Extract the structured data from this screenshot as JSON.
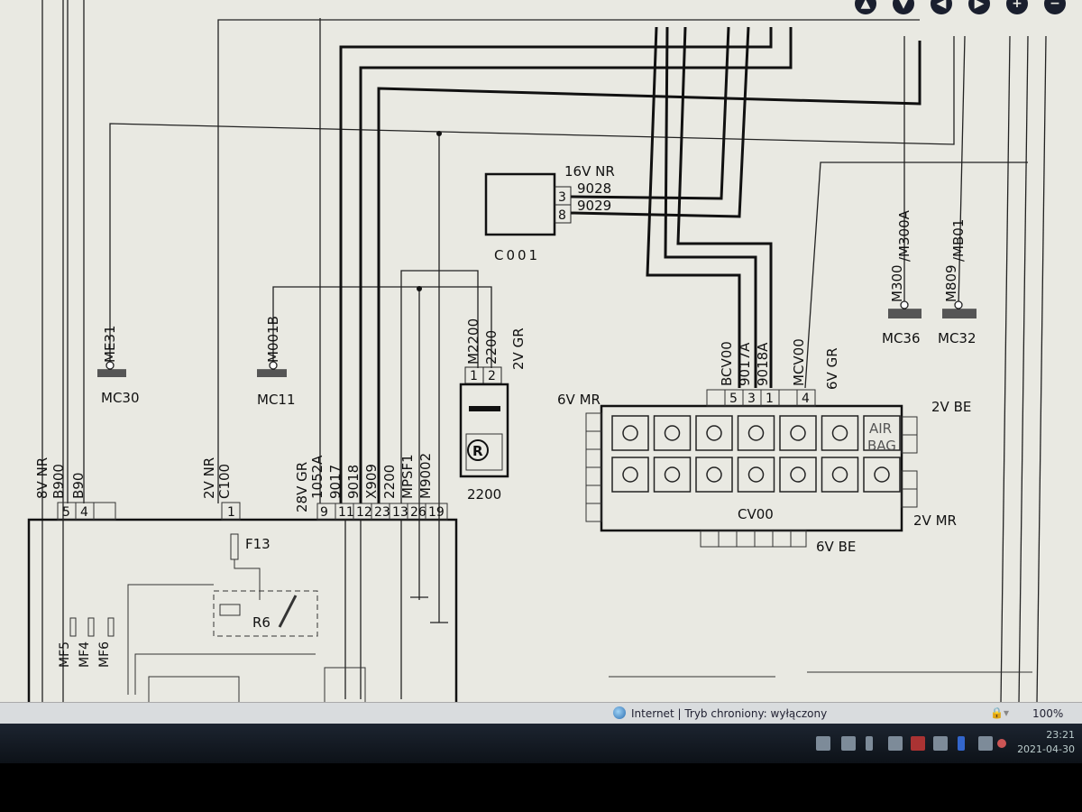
{
  "toolbar": {
    "buttons": [
      {
        "icon": "arrow-up-icon"
      },
      {
        "icon": "arrow-down-icon"
      },
      {
        "icon": "arrow-left-icon"
      },
      {
        "icon": "arrow-right-icon"
      },
      {
        "icon": "zoom-in-icon",
        "glyph": "+"
      },
      {
        "icon": "zoom-out-icon",
        "glyph": "−"
      }
    ]
  },
  "grounds": {
    "me31": "ME31",
    "mc30": "MC30",
    "m001b": "M001B",
    "mc11": "MC11",
    "m300": "M300",
    "m300a": "/M300A",
    "mc36": "MC36",
    "m809": "M809",
    "mb01": "/MB01",
    "mc32": "MC32"
  },
  "c001": {
    "name": "C001",
    "connector": "16V NR",
    "pins": [
      "3",
      "8"
    ],
    "wires": [
      "9028",
      "9029"
    ]
  },
  "relay2200": {
    "name": "2200",
    "connector": "2V GR",
    "pins": [
      "1",
      "2"
    ],
    "wires": [
      "M2200",
      "2200"
    ],
    "symbol": "R"
  },
  "cv00": {
    "name": "CV00",
    "left": "6V MR",
    "right_top": "2V BE",
    "right_bottom": "2V MR",
    "bottom": "6V BE",
    "top_right": "6V GR",
    "pins": [
      "5",
      "3",
      "1",
      "4"
    ],
    "wires": [
      "BCV00",
      "9017A",
      "9018A",
      "MCV00"
    ],
    "airbag": [
      "AIR",
      "BAG"
    ]
  },
  "bottom_block": {
    "c1": {
      "connector": "8V NR",
      "pins": [
        "5",
        "4"
      ],
      "wires": [
        "B900",
        "B90"
      ]
    },
    "c2": {
      "connector": "2V NR",
      "pins": [
        "1"
      ],
      "wires": [
        "C100"
      ]
    },
    "c3": {
      "connector": "28V GR",
      "pins": [
        "9",
        "11",
        "12",
        "23",
        "13",
        "26",
        "19"
      ],
      "wires": [
        "1052A",
        "9017",
        "9018",
        "X909",
        "2200",
        "MPSF1",
        "M9002"
      ]
    },
    "fuse": "F13",
    "relay": "R6",
    "fuses": [
      "MF5",
      "MF4",
      "MF6"
    ]
  },
  "status": {
    "text": "Internet | Tryb chroniony: wyłączony",
    "zoom": "100%"
  },
  "taskbar": {
    "time": "23:21",
    "date": "2021-04-30"
  }
}
